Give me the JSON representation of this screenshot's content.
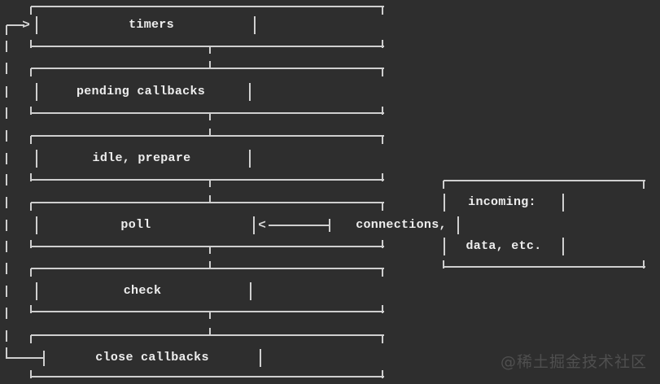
{
  "diagram": {
    "phases": [
      {
        "label": "timers"
      },
      {
        "label": "pending callbacks"
      },
      {
        "label": "idle, prepare"
      },
      {
        "label": "poll"
      },
      {
        "label": "check"
      },
      {
        "label": "close callbacks"
      }
    ],
    "side_box": {
      "lines": [
        "incoming:",
        "connections,",
        "data, etc."
      ]
    },
    "loop_arrow_glyph": ">",
    "poll_arrow_glyph": "<"
  },
  "watermark": {
    "text": "@稀土掘金技术社区"
  },
  "colors": {
    "background": "#2e2e2e",
    "line": "#cfcfcf",
    "text": "#eeeeee",
    "watermark": "#4f4f4f"
  }
}
